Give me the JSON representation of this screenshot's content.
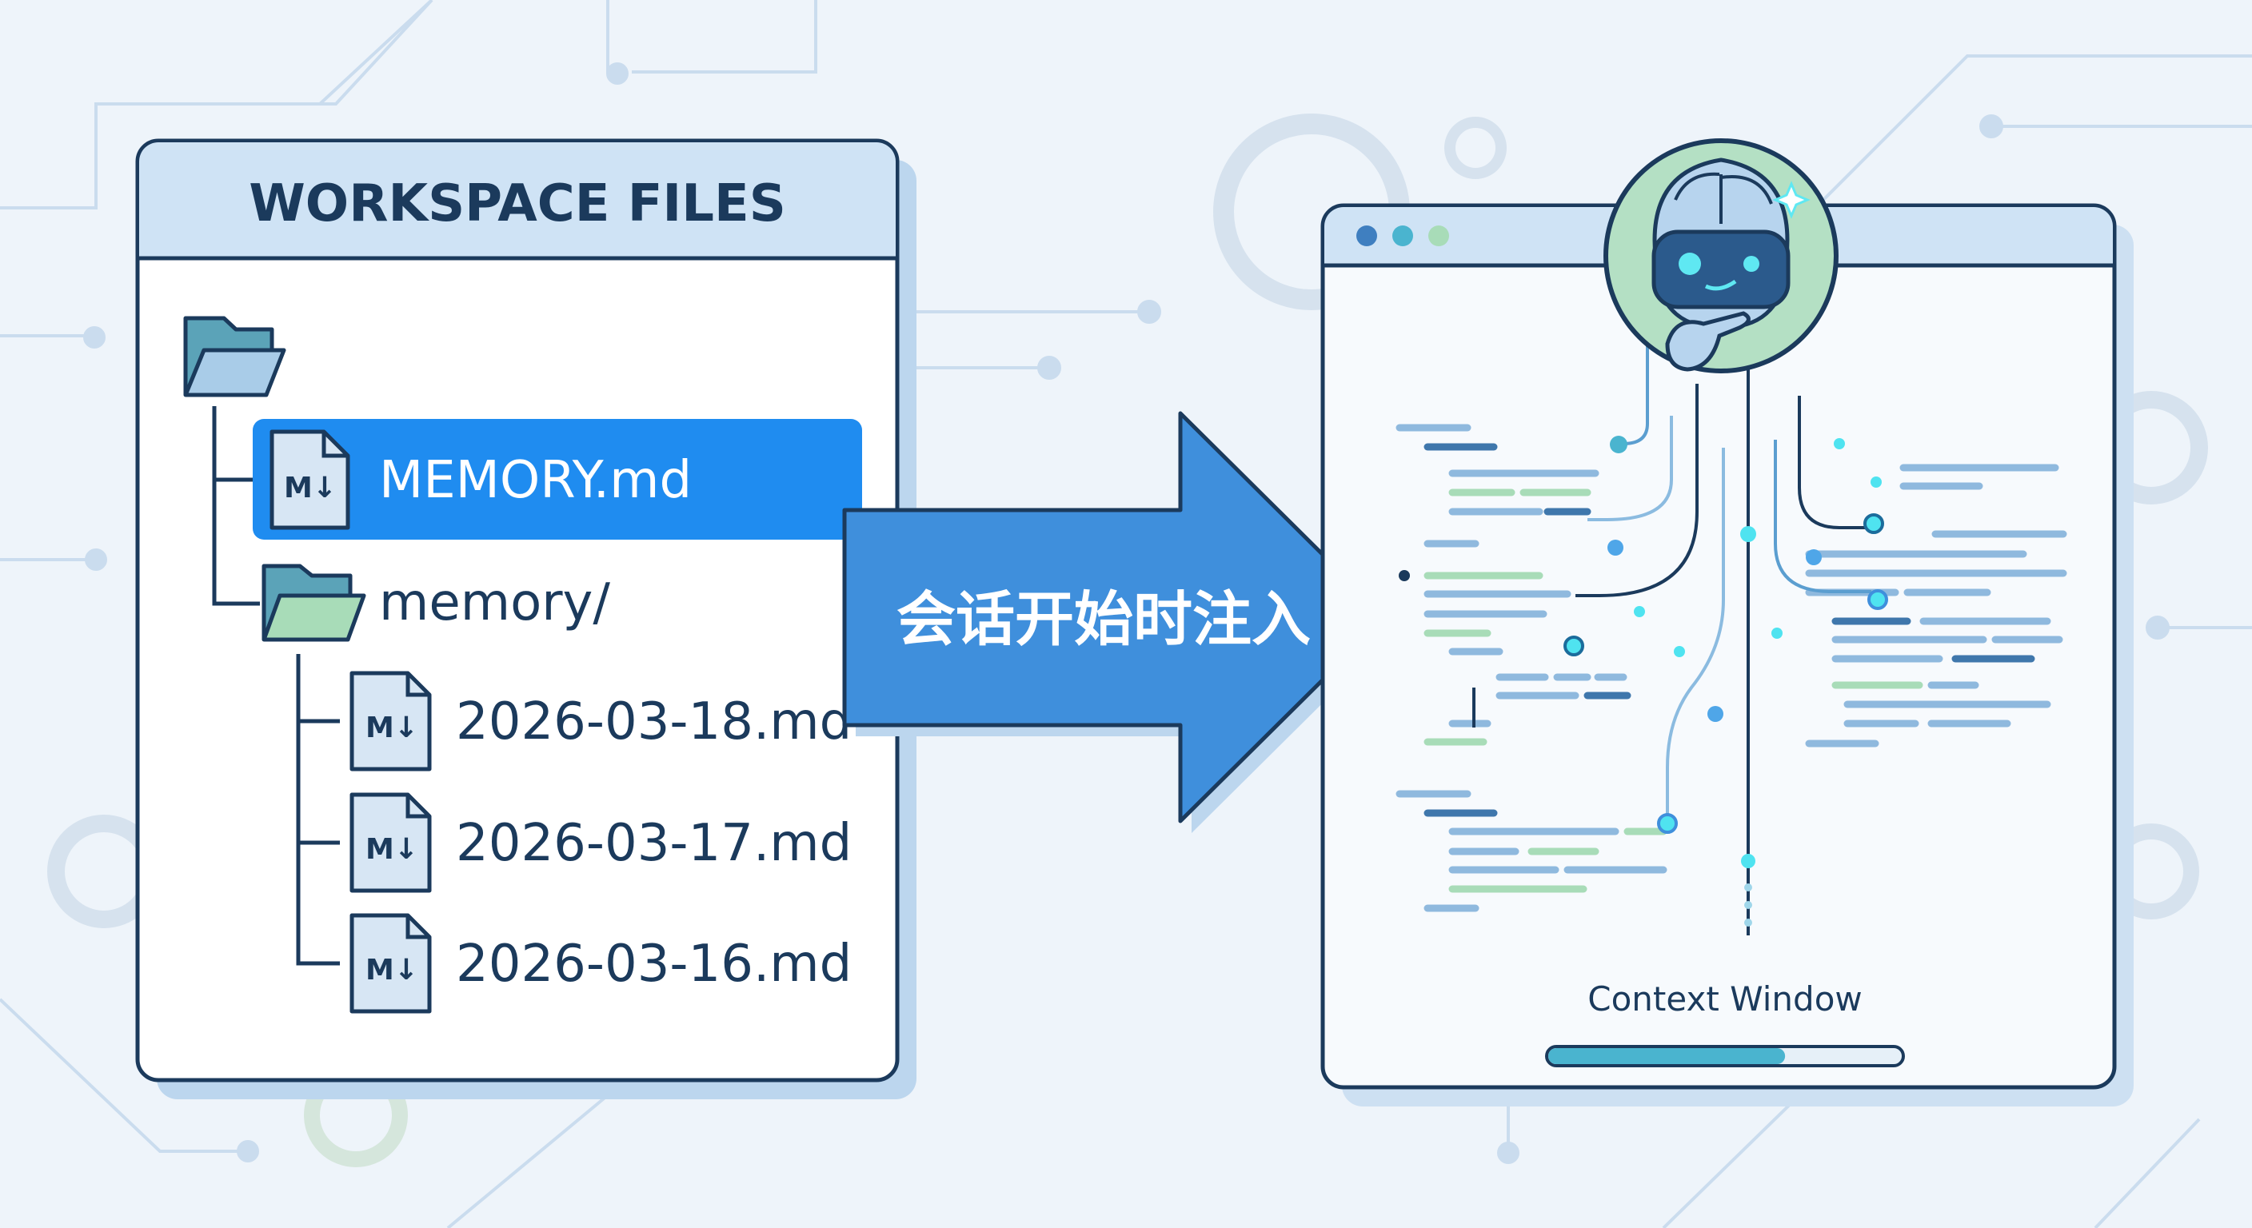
{
  "colors": {
    "background": "#eef4fa",
    "outline": "#1b3a5c",
    "highlight": "#1f8cf0",
    "arrow": "#3f8fdc",
    "panel_header": "#cfe3f5",
    "green": "#a8dcb8",
    "teal": "#4ab4cf",
    "cyan_glow": "#4fe3f0"
  },
  "left_panel": {
    "title": "WORKSPACE FILES",
    "root_folder_icon": "folder-open-icon",
    "items": [
      {
        "label": "MEMORY.md",
        "icon": "markdown-file-icon",
        "selected": true
      },
      {
        "label": "memory/",
        "icon": "folder-open-icon",
        "selected": false
      },
      {
        "label": "2026-03-18.md",
        "icon": "markdown-file-icon",
        "selected": false
      },
      {
        "label": "2026-03-17.md",
        "icon": "markdown-file-icon",
        "selected": false
      },
      {
        "label": "2026-03-16.md",
        "icon": "markdown-file-icon",
        "selected": false
      }
    ],
    "md_badge": "M↓"
  },
  "arrow": {
    "label": "会话开始时注入"
  },
  "right_panel": {
    "title": "Context Window",
    "avatar_icon": "robot-brain-icon",
    "progress": 0.67
  }
}
